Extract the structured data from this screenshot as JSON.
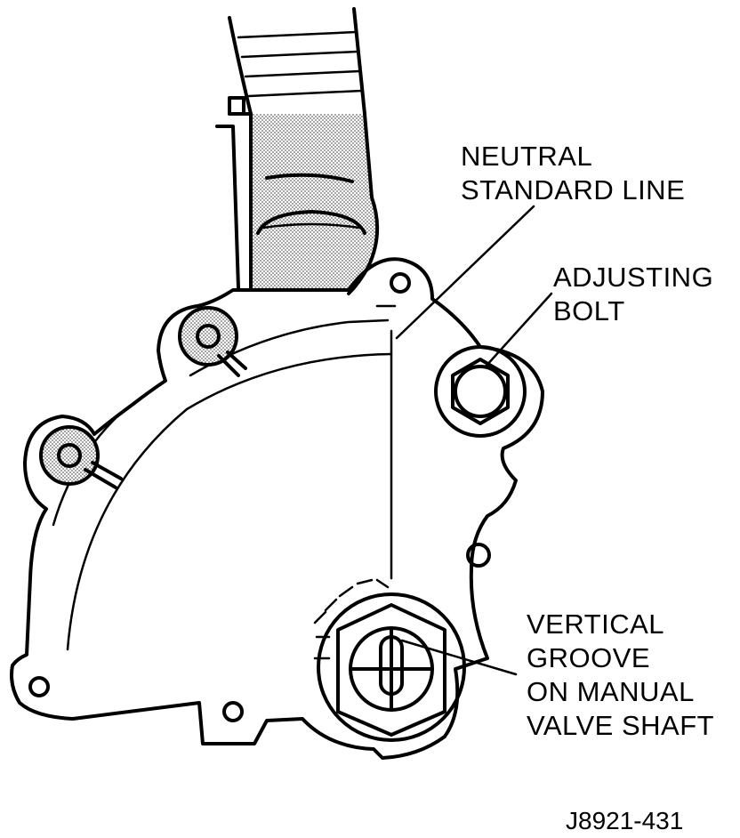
{
  "labels": {
    "neutral_line_1": "NEUTRAL",
    "neutral_line_2": "STANDARD LINE",
    "adjusting_line_1": "ADJUSTING",
    "adjusting_line_2": "BOLT",
    "groove_line_1": "VERTICAL",
    "groove_line_2": "GROOVE",
    "groove_line_3": "ON MANUAL",
    "groove_line_4": "VALVE SHAFT"
  },
  "figure_id": "J8921-431",
  "colors": {
    "ink": "#000000",
    "paper": "#ffffff",
    "shading": "#9a9a9a"
  }
}
